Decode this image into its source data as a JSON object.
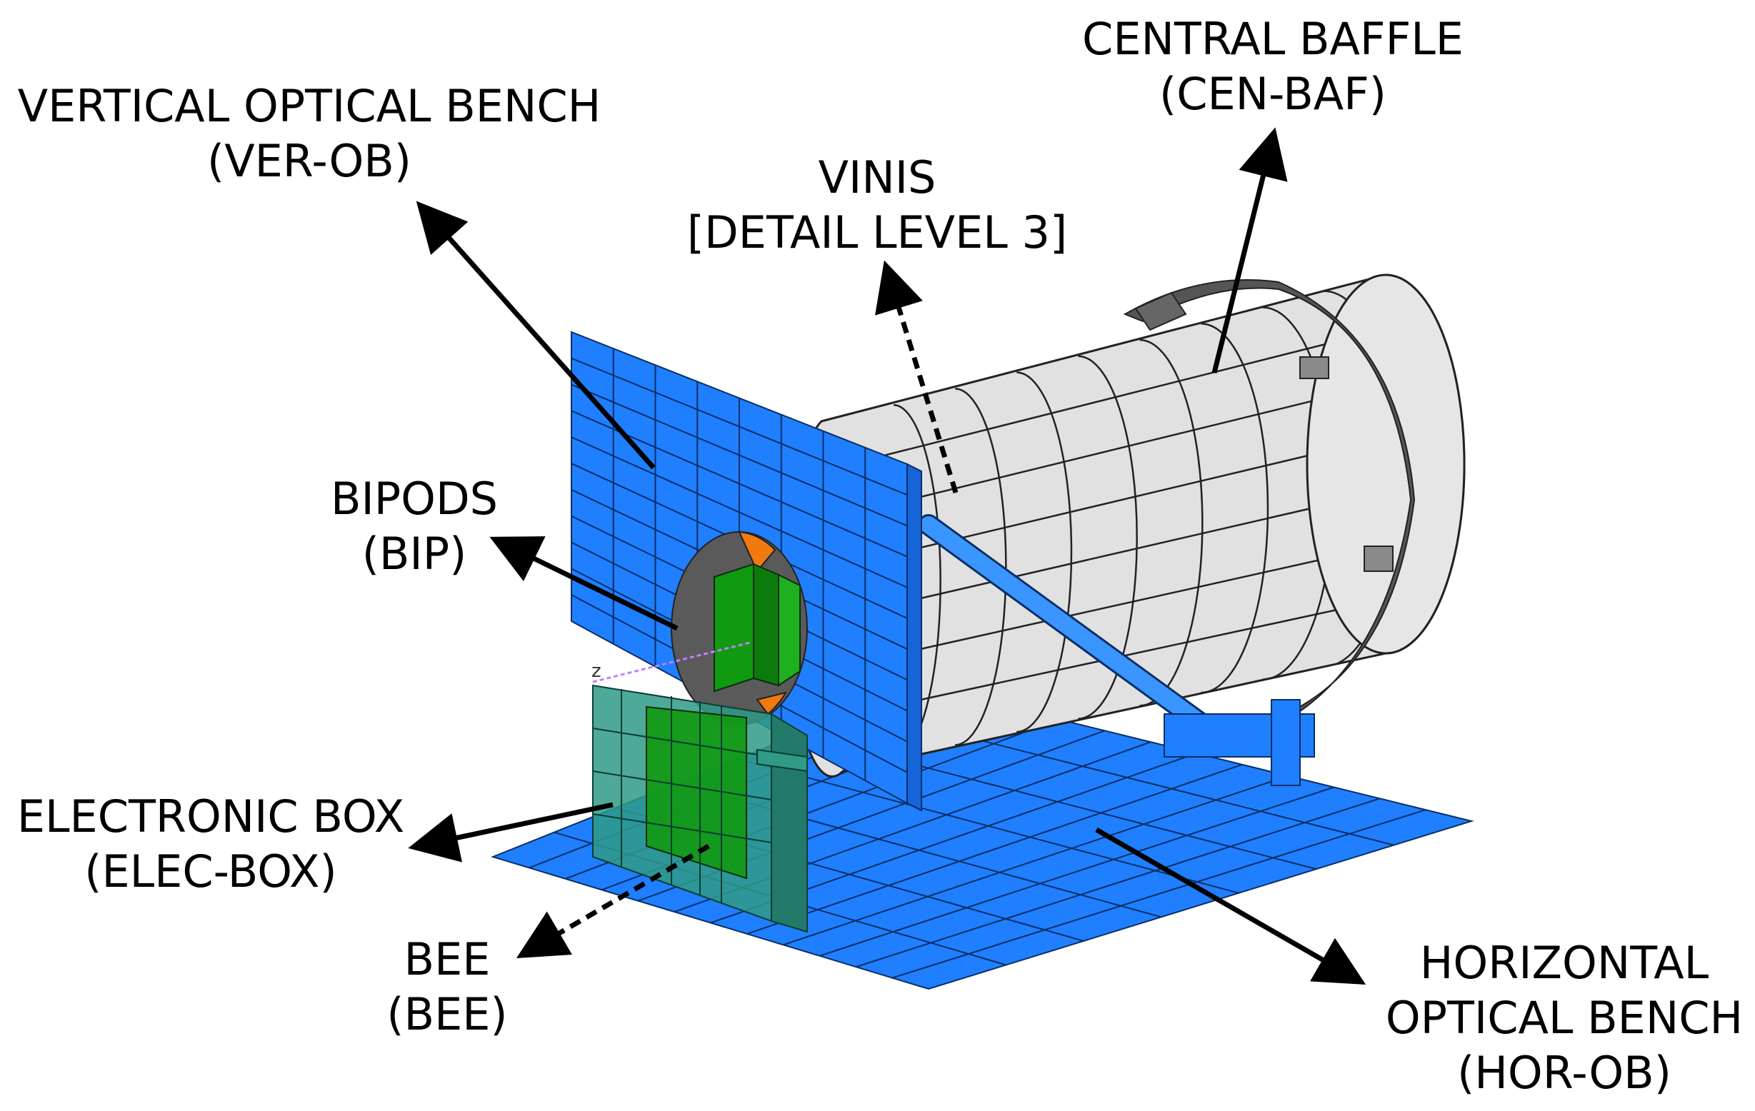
{
  "diagram": {
    "colors": {
      "bench_blue": "#1f7fff",
      "grid_line": "#0a2e66",
      "baffle_fill": "#e1e1e1",
      "ring_dark": "#555555",
      "bipod_green": "#119911",
      "elec_box_teal": "#2f9a86",
      "orange": "#f07a10",
      "background": "#ffffff"
    },
    "labels": {
      "central_baffle": {
        "line1": "CENTRAL BAFFLE",
        "line2": "(CEN-BAF)"
      },
      "vertical_ob": {
        "line1": "VERTICAL OPTICAL BENCH",
        "line2": "(VER-OB)"
      },
      "vinis": {
        "line1": "VINIS",
        "line2": "[DETAIL LEVEL 3]"
      },
      "bipods": {
        "line1": "BIPODS",
        "line2": "(BIP)"
      },
      "electronic_box": {
        "line1": "ELECTRONIC BOX",
        "line2": "(ELEC-BOX)"
      },
      "bee": {
        "line1": "BEE",
        "line2": "(BEE)"
      },
      "horizontal_ob": {
        "line1": "HORIZONTAL",
        "line2": "OPTICAL BENCH",
        "line3": "(HOR-OB)"
      }
    },
    "axis_label": "z"
  }
}
